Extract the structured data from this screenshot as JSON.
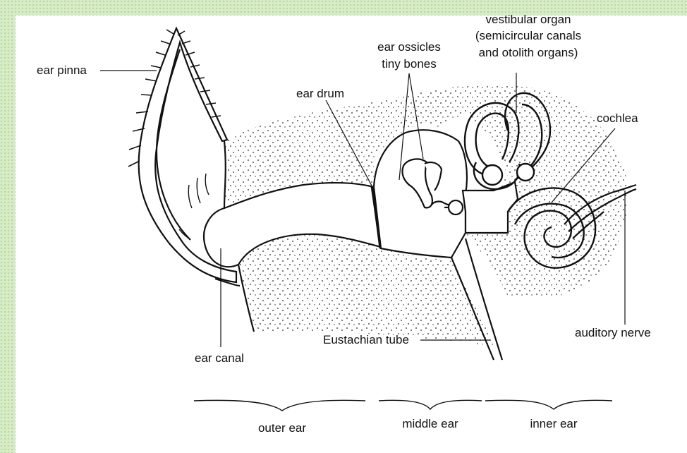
{
  "labels": {
    "ear_pinna": "ear pinna",
    "ear_drum": "ear drum",
    "ear_ossicles_line1": "ear ossicles",
    "ear_ossicles_line2": "tiny bones",
    "vestibular_line1": "vestibular organ",
    "vestibular_line2": "(semicircular canals",
    "vestibular_line3": "and otolith organs)",
    "cochlea": "cochlea",
    "auditory_nerve": "auditory nerve",
    "eustachian_tube": "Eustachian tube",
    "ear_canal": "ear canal"
  },
  "regions": {
    "outer": "outer ear",
    "middle": "middle ear",
    "inner": "inner ear"
  }
}
